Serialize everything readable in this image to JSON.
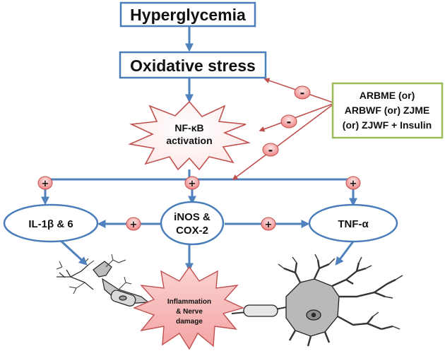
{
  "nodes": {
    "hyperglycemia": "Hyperglycemia",
    "oxidative_stress": "Oxidative stress",
    "nfkb": [
      "NF-κB",
      "activation"
    ],
    "treatment": [
      "ARBME (or)",
      "ARBWF (or) ZJME",
      "(or) ZJWF + Insulin"
    ],
    "il": "IL-1β & 6",
    "inos": [
      "iNOS &",
      "COX-2"
    ],
    "tnf": "TNF-α",
    "inflammation": [
      "Inflammation",
      "& Nerve",
      "damage"
    ]
  },
  "signs": {
    "inhibit": "-",
    "promote": "+"
  },
  "colors": {
    "blue_stroke": "#4a7ebb",
    "blue_arrow": "#4f81bd",
    "red_arrow": "#c0504d",
    "green_stroke": "#9bbb59",
    "star_stroke": "#c0504d",
    "pink_fill": "#f9c4c4",
    "neuron_fill": "#c8c8c8"
  }
}
